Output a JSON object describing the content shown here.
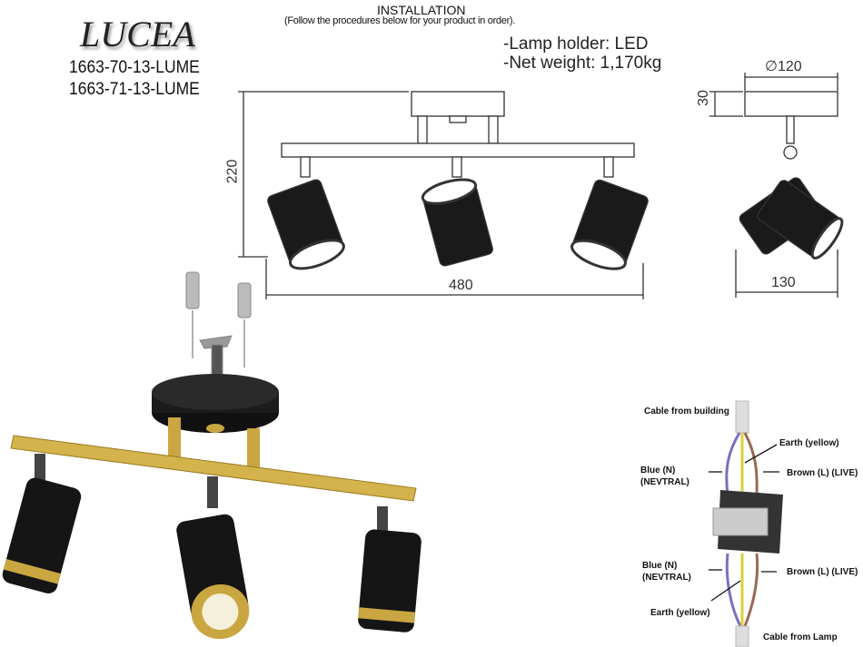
{
  "header": {
    "brand": "LUCEA",
    "codes": [
      "1663-70-13-LUME",
      "1663-71-13-LUME"
    ],
    "title": "INSTALLATION",
    "subtitle": "(Follow the procedures below for your product in order).",
    "specs": [
      "-Lamp holder: LED",
      "-Net weight: 1,170kg"
    ]
  },
  "dimensions": {
    "front_height": "220",
    "front_width": "480",
    "canopy_diameter": "∅120",
    "canopy_height": "30",
    "side_depth": "130"
  },
  "wiring": {
    "cable_building": "Cable from building",
    "earth_top": "Earth (yellow)",
    "blue_top": [
      "Blue (N)",
      "(NEVTRAL)"
    ],
    "brown_top": "Brown (L) (LIVE)",
    "blue_bottom": [
      "Blue (N)",
      "(NEVTRAL)"
    ],
    "brown_bottom": "Brown (L) (LIVE)",
    "earth_bottom": "Earth (yellow)",
    "cable_lamp": "Cable from Lamp",
    "colors": {
      "blue": "#7b6fc0",
      "yellow": "#d8d23a",
      "brown": "#9a6a55"
    }
  }
}
